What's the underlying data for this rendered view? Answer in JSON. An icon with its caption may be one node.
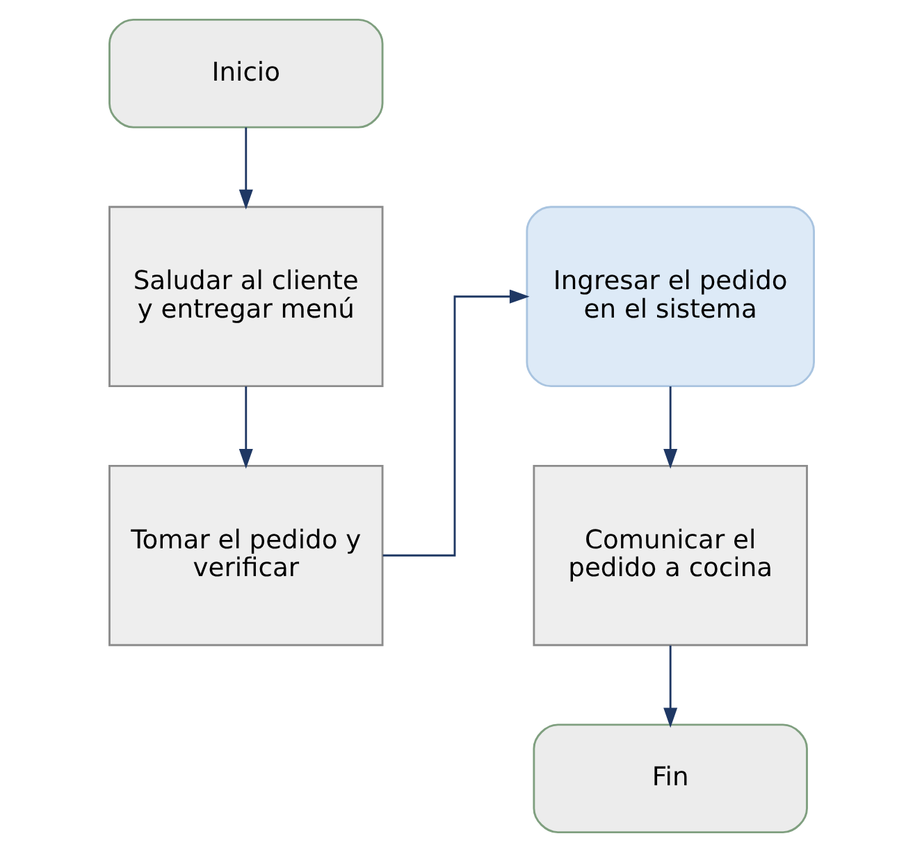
{
  "diagram": {
    "nodes": [
      {
        "text": [
          "Inicio"
        ]
      },
      {
        "text": [
          "Saludar al cliente y entregar menú"
        ]
      },
      {
        "text": [
          "Tomar el pedido y verificar"
        ]
      },
      {
        "text": [
          "Ingresar el pedido en el sistema"
        ]
      },
      {
        "text": [
          "Comunicar el pedido a cocina"
        ]
      },
      {
        "text": [
          "Fin"
        ]
      }
    ],
    "edges": [
      {
        "from": 0,
        "to": 1,
        "arrow": "to"
      },
      {
        "from": 1,
        "to": 2,
        "arrow": "to"
      },
      {
        "from": 2,
        "to": 3,
        "arrow": "to"
      },
      {
        "from": 3,
        "to": 4,
        "arrow": "to"
      },
      {
        "from": 4,
        "to": 5,
        "arrow": "to"
      }
    ]
  }
}
